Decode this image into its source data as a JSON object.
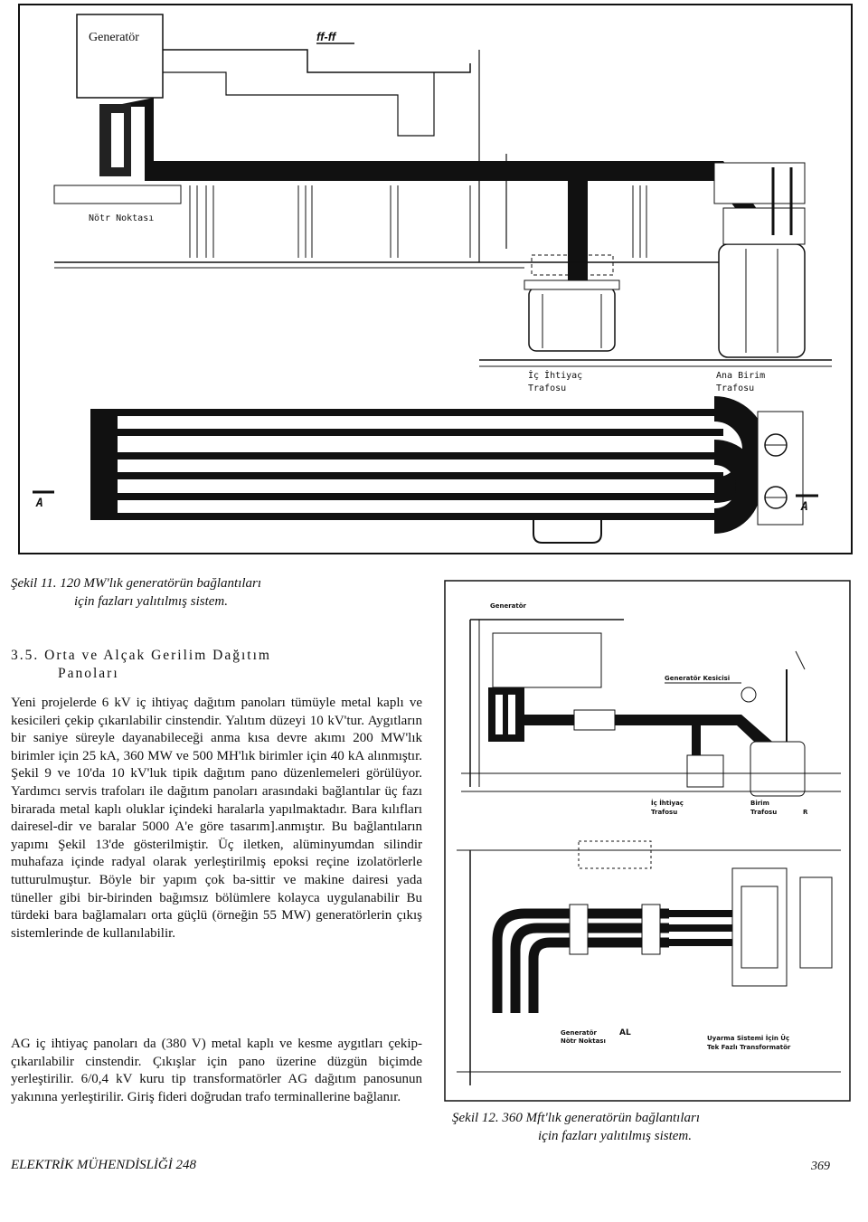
{
  "figure11": {
    "label_generator": "Generatör",
    "label_section": "ff-ff",
    "label_neutral": "Nötr Noktası",
    "label_aux_transformer_1": "İç İhtiyaç",
    "label_aux_transformer_2": "Trafosu",
    "label_main_transformer_1": "Ana Birim",
    "label_main_transformer_2": "Trafosu",
    "label_section_a": "A",
    "caption_line1": "Şekil 11. 120 MW'lık generatörün bağlantıları",
    "caption_line2": "için fazları yalıtılmış sistem."
  },
  "figure12": {
    "label_generator": "Generatör",
    "label_breaker": "Generatör Kesicisi",
    "label_aux_1": "İç İhtiyaç",
    "label_aux_2": "Trafosu",
    "label_unit_1": "Birim",
    "label_unit_2": "Trafosu",
    "label_r": "R",
    "label_gen_neutral_1": "Generatör",
    "label_gen_neutral_2": "Nötr Noktası",
    "label_al": "AL",
    "label_excitation_1": "Uyarma Sistemi İçin Üç",
    "label_excitation_2": "Tek Fazlı Transformatör",
    "caption_line1": "Şekil 12. 360 Mft'lık generatörün bağlantıları",
    "caption_line2": "için fazları yalıtılmış sistem."
  },
  "section": {
    "heading_line1": "3.5. Orta ve Alçak Gerilim Dağıtım",
    "heading_line2": "Panoları",
    "paragraph1": "Yeni projelerde 6 kV iç ihtiyaç dağıtım panoları tümüyle metal kaplı ve kesicileri çekip çıkarılabilir cinstendir. Yalıtım düzeyi 10 kV'tur. Aygıtların bir saniye süreyle dayanabileceği anma kısa devre akımı 200 MW'lık birimler için 25 kA, 360 MW ve 500 MH'lık birimler için 40 kA alınmıştır. Şekil 9 ve 10'da 10 kV'luk tipik dağıtım pano düzenlemeleri görülüyor. Yardımcı servis trafoları ile dağıtım panoları arasındaki bağlantılar üç fazı birarada metal kaplı oluklar içindeki haralarla yapılmaktadır. Bara kılıfları dairesel-dir ve baralar 5000 A'e göre tasarım].anmıştır. Bu bağlantıların yapımı Şekil 13'de gösterilmiştir. Üç iletken, alüminyumdan silindir muhafaza içinde radyal olarak yerleştirilmiş epoksi reçine izolatörlerle tutturulmuştur. Böyle bir yapım çok ba-sittir ve makine dairesi yada tüneller gibi bir-birinden bağımsız bölümlere kolayca uygulanabilir Bu türdeki bara bağlamaları orta güçlü (örneğin 55 MW) generatörlerin çıkış sistemlerinde de kullanılabilir.",
    "paragraph2": "AG iç ihtiyaç panoları da (380 V) metal kaplı ve kesme aygıtları çekip-çıkarılabilir cinstendir. Çıkışlar için pano üzerine düzgün biçimde yerleştirilir. 6/0,4 kV kuru tip transformatörler AG dağıtım panosunun yakınına yerleştirilir. Giriş fideri doğrudan trafo terminallerine bağlanır."
  },
  "footer": {
    "journal": "ELEKTRİK MÜHENDİSLİĞİ 248",
    "page_number": "369"
  }
}
